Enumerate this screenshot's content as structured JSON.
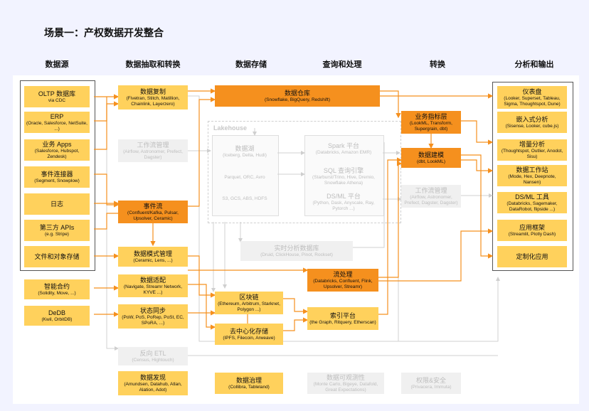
{
  "title": "场景一：产权数据开发整合",
  "columns": [
    "数据源",
    "数据抽取和转换",
    "数据存储",
    "查询和处理",
    "转换",
    "分析和输出"
  ],
  "sources": [
    {
      "t": "OLTP 数据库",
      "s": "via CDC"
    },
    {
      "t": "ERP",
      "s": "(Oracle, Salesforce, NetSuite, ...)"
    },
    {
      "t": "业务 Apps",
      "s": "(Salesforce, Hubspot, Zendesk)"
    },
    {
      "t": "事件连接器",
      "s": "(Segment, Snowplow)"
    },
    {
      "t": "日志",
      "s": ""
    },
    {
      "t": "第三方 APIs",
      "s": "(e.g. Stripe)"
    },
    {
      "t": "文件和对象存储",
      "s": ""
    }
  ],
  "chain_sources": [
    {
      "t": "智能合约",
      "s": "(Solidity, Move, ...)"
    },
    {
      "t": "DeDB",
      "s": "(Kwil, OrbitDB)"
    }
  ],
  "extract": {
    "replication": {
      "t": "数据复制",
      "s": "(Fivetran, Stitch, Matillion, Chainlink, Layerzero)"
    },
    "workflow": {
      "t": "工作流管理",
      "s": "(Airflow, Astronomer, Prefect, Dagster)"
    },
    "event_stream": {
      "t": "事件流",
      "s": "(Confluent/Kafka, Pulsar, Upsolver, Ceramic)"
    },
    "schema": {
      "t": "数据模式管理",
      "s": "(Ceramic, Lens, ...)"
    },
    "adapter": {
      "t": "数据适配",
      "s": "(Navigate, Streamr Network, KYVE ...)"
    },
    "sync": {
      "t": "状态同步",
      "s": "(PoW, PoS, PoRep, PoSt, EC, SPoRA, ...)"
    },
    "reverse_etl": {
      "t": "反向 ETL",
      "s": "(Census, Hightouch)"
    },
    "discovery": {
      "t": "数据发现",
      "s": "(Amundsen, Datahub, Atlan, Alation, Adot)"
    }
  },
  "storage": {
    "warehouse": {
      "t": "数据仓库",
      "s": "(Snowflake, BigQuery, Redshift)"
    },
    "lakehouse_label": "Lakehouse",
    "lake": {
      "t": "数据湖",
      "s": "(Iceberg, Delta, Hudi)"
    },
    "lake2": {
      "t": "Parquet, ORC, Avro",
      "s": ""
    },
    "lake3": {
      "t": "S3, GCS, ABS, HDFS",
      "s": ""
    },
    "realtime": {
      "t": "实时分析数据库",
      "s": "(Druid, ClickHouse, Pinot, Rockset)"
    },
    "blockchain": {
      "t": "区块链",
      "s": "(Ethereum, Arbitrum, Starknet, Polygon ...)"
    },
    "decentral": {
      "t": "去中心化存储",
      "s": "(IPFS, Filecoin, Arweave)"
    },
    "governance": {
      "t": "数据治理",
      "s": "(Collibra, Tableland)"
    }
  },
  "query": {
    "spark": {
      "t": "Spark 平台",
      "s": "(Databricks, Amazon EMR)"
    },
    "sql": {
      "t": "SQL 查询引擎",
      "s": "(Starburst/Trino, Hive, Dremio, Snowflake Athena)"
    },
    "dsml": {
      "t": "DS/ML 平台",
      "s": "(Python, Dask, Anyscale, Ray, Pytorch ...)"
    },
    "streaming": {
      "t": "流处理",
      "s": "(Databricks, Confluent, Flink, Upsolver, Streamr)"
    },
    "index": {
      "t": "索引平台",
      "s": "(the Graph, Ritquery, Etherscan)"
    },
    "observability": {
      "t": "数据可观测性",
      "s": "(Monte Carlo, Bigeye, Datafold, Great Expectations)"
    }
  },
  "transform": {
    "metrics": {
      "t": "业务指标层",
      "s": "(LookML, Transform, Supergrain, dbt)"
    },
    "modeling": {
      "t": "数据建模",
      "s": "(dbt, LookML)"
    },
    "workflow2": {
      "t": "工作流管理",
      "s": "(Airflow, Astronomer, Prefect, Dagster, Dagster)"
    },
    "security": {
      "t": "权限&安全",
      "s": "(Privacera, Immuta)"
    }
  },
  "output": [
    {
      "t": "仪表盘",
      "s": "(Looker, Superset, Tableau, Sigma, Thoughtspot, Dune)"
    },
    {
      "t": "嵌入式分析",
      "s": "(Sisense, Looker, cube.js)"
    },
    {
      "t": "增量分析",
      "s": "(Thoughtspot, Outlier, Anodot, Sisu)"
    },
    {
      "t": "数据工作站",
      "s": "(Mode, Hex, Deepnote, Nansen)"
    },
    {
      "t": "DS/ML 工具",
      "s": "(Databricks, Sagemaker, DataRobot, flipside ...)"
    },
    {
      "t": "应用框架",
      "s": "(Streamlit, Plotly Dash)"
    },
    {
      "t": "定制化应用",
      "s": ""
    }
  ],
  "colors": {
    "yellow": "#ffd15c",
    "orange": "#f5901e",
    "line_orange": "#f5901e",
    "grey": "#cccccc"
  }
}
